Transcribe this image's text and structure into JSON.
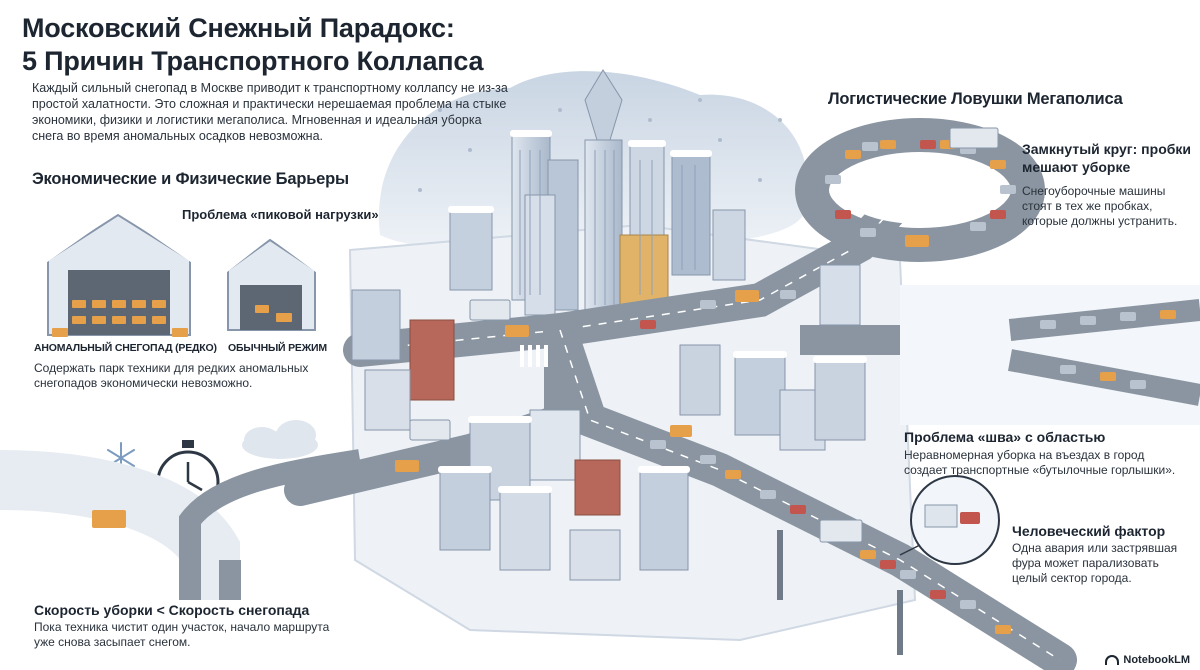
{
  "title_line1": "Московский Снежный Парадокс:",
  "title_line2": "5 Причин Транспортного Коллапса",
  "intro": "Каждый сильный снегопад в Москве приводит к транспортному коллапсу не из-за простой халатности. Это сложная и практически нерешаемая проблема на стыке экономики, физики и логистики мегаполиса. Мгновенная и идеальная уборка снега во время аномальных осадков невозможна.",
  "left_section": {
    "heading": "Экономические и Физические Барьеры",
    "peak_problem": "Проблема «пиковой нагрузки»",
    "garage_big_caption": "АНОМАЛЬНЫЙ СНЕГОПАД (РЕДКО)",
    "garage_small_caption": "ОБЫЧНЫЙ РЕЖИМ",
    "peak_text": "Содержать парк техники для редких аномальных снегопадов экономически невозможно.",
    "speed_heading": "Скорость уборки < Скорость снегопада",
    "speed_text": "Пока техника чистит один участок, начало маршрута уже снова засыпает снегом."
  },
  "right_section": {
    "heading": "Логистические Ловушки Мегаполиса",
    "circle_heading": "Замкнутый круг: пробки мешают уборке",
    "circle_text": "Снегоуборочные машины стоят в тех же пробках, которые должны устранить.",
    "seam_heading": "Проблема «шва» с областью",
    "seam_text": "Неравномерная уборка на въездах в город создает транспортные «бутылочные горлышки».",
    "human_heading": "Человеческий фактор",
    "human_text": "Одна авария или застрявшая фура может парализовать целый сектор города."
  },
  "brand": "NotebookLM",
  "colors": {
    "snow": "#f4f7fb",
    "road": "#7d8894",
    "building_blue": "#c9d4e2",
    "plow_orange": "#e39a3a",
    "brick": "#b7685a",
    "ink": "#1c2530"
  }
}
